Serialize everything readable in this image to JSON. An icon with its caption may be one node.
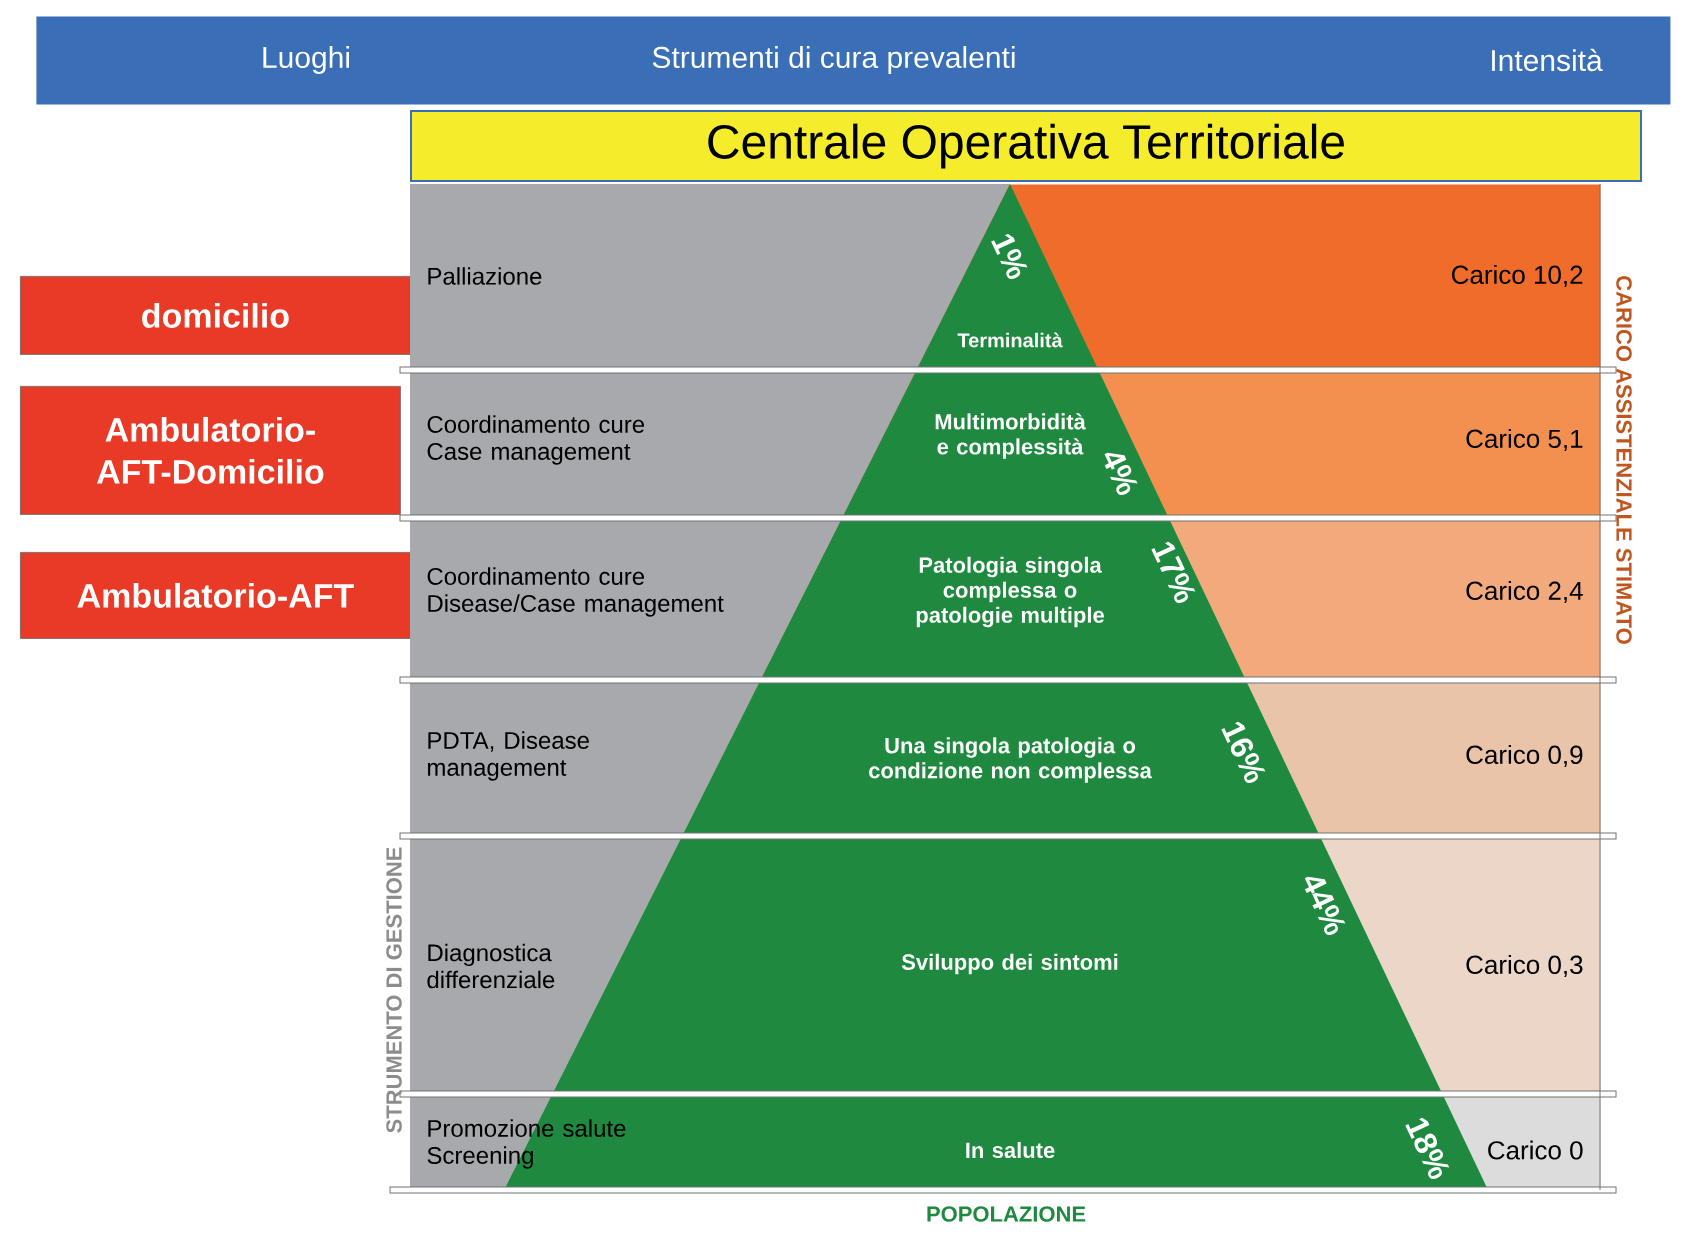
{
  "diagram": {
    "nodes": [
      {
        "text": [
          "Luoghi",
          "Strumenti di cura prevalenti",
          "Intensità"
        ]
      },
      {
        "text": [
          "Centrale Operativa Territoriale"
        ]
      },
      {
        "text": [
          "domicilio"
        ]
      },
      {
        "text": [
          "Ambulatorio-AFT-Domicilio"
        ]
      },
      {
        "text": [
          "Ambulatorio-AFT"
        ]
      },
      {
        "text": [
          "Palliazione",
          "Terminalità",
          "1%",
          "Carico 10,2"
        ]
      },
      {
        "text": [
          "Coordinamento cure Case management",
          "Multimorbidità e complessità",
          "4%",
          "Carico 5,1"
        ]
      },
      {
        "text": [
          "Coordinamento cure Disease/Case management",
          "Patologia singola complessa o patologie multiple",
          "17%",
          "Carico 2,4"
        ]
      },
      {
        "text": [
          "PDTA, Disease management",
          "Una singola patologia o condizione non complessa",
          "16%",
          "Carico 0,9"
        ]
      },
      {
        "text": [
          "Diagnostica differenziale",
          "Sviluppo dei sintomi",
          "44%",
          "Carico 0,3"
        ]
      },
      {
        "text": [
          "Promozione salute Screening",
          "In salute",
          "18%",
          "Carico 0"
        ]
      }
    ],
    "labels": [
      "STRUMENTO DI GESTIONE",
      "CARICO ASSISTENZIALE STIMATO",
      "POPOLAZIONE"
    ]
  }
}
